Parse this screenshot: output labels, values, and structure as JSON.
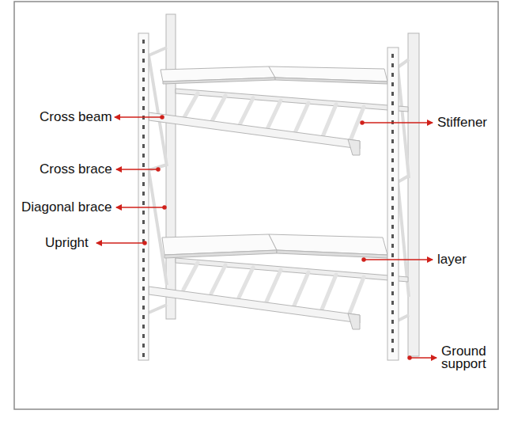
{
  "diagram": {
    "labels": [
      "Cross beam",
      "Stiffener",
      "Cross brace",
      "Diagonal brace",
      "Upright",
      "layer",
      "Ground support"
    ]
  }
}
